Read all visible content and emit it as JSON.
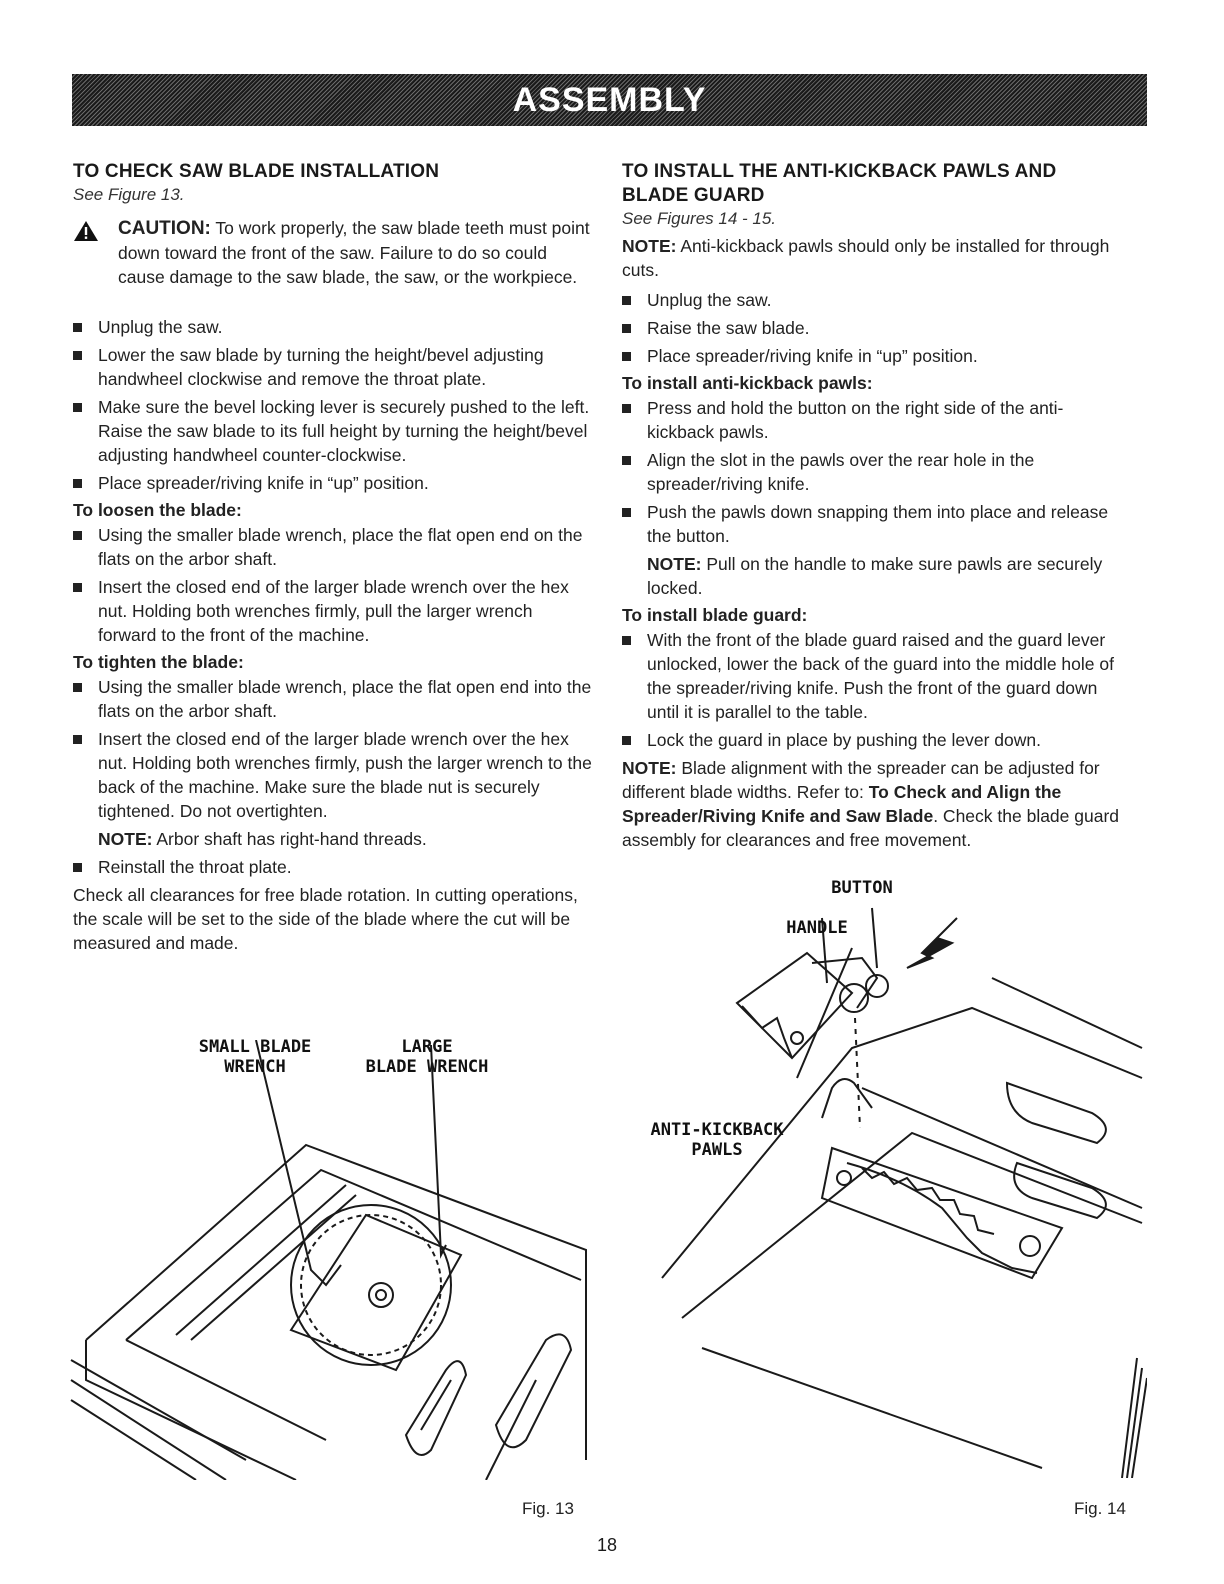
{
  "header": {
    "title": "ASSEMBLY"
  },
  "left": {
    "heading": "TO CHECK SAW BLADE INSTALLATION",
    "see": "See Figure 13.",
    "caution_label": "CAUTION:",
    "caution_text": " To work properly, the saw blade teeth must point down toward the front of the saw. Failure to do so could cause damage to the saw blade, the saw, or the workpiece.",
    "steps": [
      "Unplug the saw.",
      "Lower the saw blade by turning the height/bevel adjusting handwheel clockwise and remove the throat plate.",
      "Make sure the bevel locking lever is securely pushed to the left. Raise the saw blade to its full height by turning the height/bevel adjusting handwheel counter-clockwise.",
      "Place spreader/riving knife in “up” position."
    ],
    "loosen_title": "To loosen the blade:",
    "loosen_steps": [
      "Using the smaller blade wrench, place the flat open end on the flats on the arbor shaft.",
      "Insert the closed end of the larger blade wrench over the hex nut. Holding both wrenches firmly, pull the larger wrench forward to the front of the machine."
    ],
    "tighten_title": "To tighten the blade:",
    "tighten_steps": [
      "Using the smaller blade wrench, place the flat open end into the flats on the arbor shaft.",
      "Insert the closed end of the larger blade wrench over the hex nut. Holding both wrenches firmly, push the larger wrench to the back of the machine. Make sure the blade nut is securely tightened. Do not overtighten."
    ],
    "note_label": "NOTE:",
    "note_text": " Arbor shaft has right-hand threads.",
    "final_step": "Reinstall the throat plate.",
    "closing": "Check all clearances for free blade rotation. In cutting operations, the scale will be set to the side of the blade where the cut will be measured and made."
  },
  "right": {
    "heading_line1": "TO INSTALL THE ANTI-KICKBACK PAWLS AND",
    "heading_line2": "BLADE GUARD",
    "see": "See Figures 14 - 15.",
    "note1_label": "NOTE:",
    "note1_text": " Anti-kickback pawls should only be installed for through cuts.",
    "steps": [
      "Unplug the saw.",
      "Raise the saw blade.",
      "Place spreader/riving knife in “up” position."
    ],
    "pawls_title": "To install anti-kickback pawls:",
    "pawls_steps": [
      "Press and hold the button on the right side of the anti-kickback pawls.",
      "Align the slot in the pawls over the rear hole in the spreader/riving knife.",
      "Push the pawls down snapping them into place and release the button."
    ],
    "note2_label": "NOTE:",
    "note2_text": " Pull on the handle to make sure pawls are securely locked.",
    "guard_title": "To install blade guard:",
    "guard_steps": [
      "With the front of the blade guard raised and the guard lever unlocked, lower the back of the guard into the middle hole of the spreader/riving knife. Push the front of the guard down until it is parallel to the table.",
      "Lock the guard in place by pushing the lever down."
    ],
    "note3_label": "NOTE:",
    "note3_text_a": " Blade alignment with the spreader can be adjusted for different blade widths. Refer to: ",
    "note3_ref": "To Check and Align the Spreader/Riving Knife and Saw Blade",
    "note3_text_b": ". Check the blade guard assembly for clearances and free movement."
  },
  "fig13": {
    "label_small_1": "SMALL BLADE",
    "label_small_2": "WRENCH",
    "label_large_1": "LARGE",
    "label_large_2": "BLADE WRENCH",
    "caption": "Fig. 13"
  },
  "fig14": {
    "label_button": "BUTTON",
    "label_handle": "HANDLE",
    "label_pawls_1": "ANTI-KICKBACK",
    "label_pawls_2": "PAWLS",
    "caption": "Fig. 14"
  },
  "page_number": "18"
}
